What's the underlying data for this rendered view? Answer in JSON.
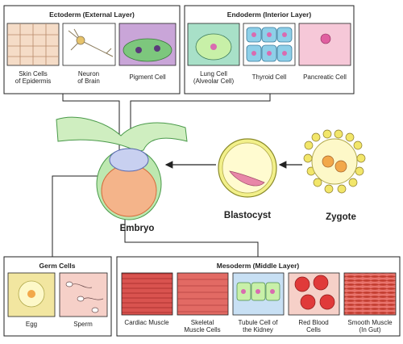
{
  "ectoderm": {
    "title": "Ectoderm (External Layer)",
    "cells": [
      {
        "line1": "Skin Cells",
        "line2": "of Epidermis"
      },
      {
        "line1": "Neuron",
        "line2": "of Brain"
      },
      {
        "line1": "Pigment Cell",
        "line2": ""
      }
    ]
  },
  "endoderm": {
    "title": "Endoderm (Interior Layer)",
    "cells": [
      {
        "line1": "Lung Cell",
        "line2": "(Alveolar Cell)"
      },
      {
        "line1": "Thyroid Cell",
        "line2": ""
      },
      {
        "line1": "Pancreatic Cell",
        "line2": ""
      }
    ]
  },
  "germ_cells": {
    "title": "Germ Cells",
    "cells": [
      {
        "line1": "Egg"
      },
      {
        "line1": "Sperm"
      }
    ]
  },
  "mesoderm": {
    "title": "Mesoderm (Middle Layer)",
    "cells": [
      {
        "line1": "Cardiac Muscle",
        "line2": ""
      },
      {
        "line1": "Skeletal",
        "line2": "Muscle Cells"
      },
      {
        "line1": "Tubule Cell of",
        "line2": "the Kidney"
      },
      {
        "line1": "Red Blood",
        "line2": "Cells"
      },
      {
        "line1": "Smooth Muscle",
        "line2": "(In Gut)"
      }
    ]
  },
  "stages": {
    "embryo": "Embryo",
    "blastocyst": "Blastocyst",
    "zygote": "Zygote"
  }
}
